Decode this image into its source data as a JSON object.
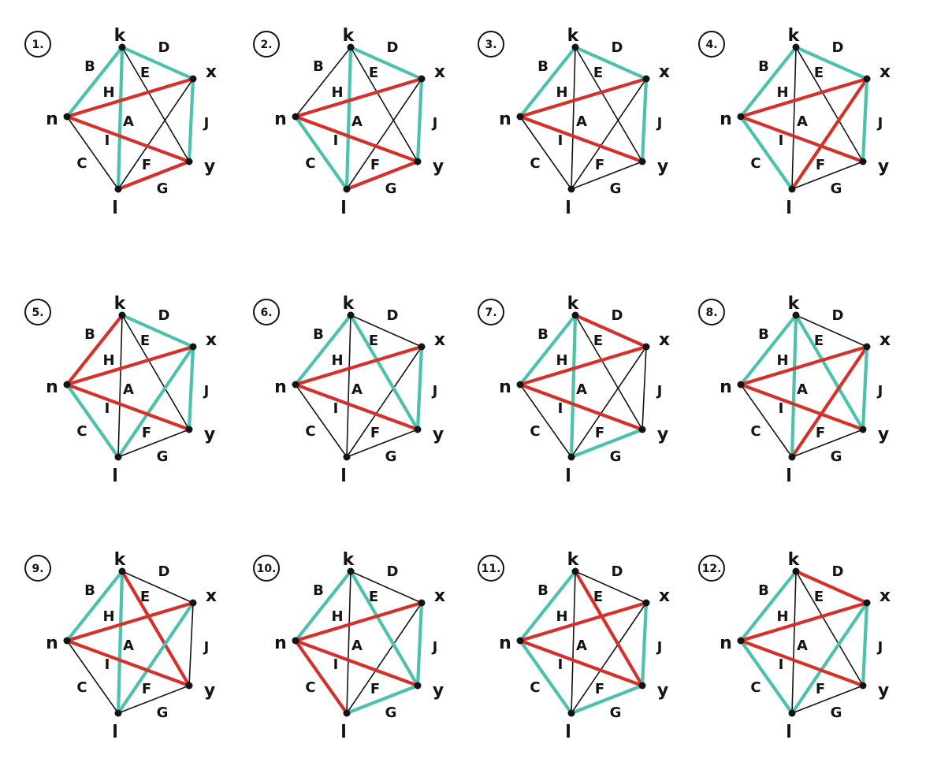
{
  "colors": {
    "red": "#d5302a",
    "teal": "#4cc2ad",
    "black": "#141414",
    "background": "#ffffff"
  },
  "node_labels": {
    "k": "k",
    "x": "x",
    "y": "y",
    "l": "l",
    "n": "n"
  },
  "edge_endpoints": {
    "A": [
      "k",
      "l"
    ],
    "B": [
      "n",
      "k"
    ],
    "C": [
      "n",
      "l"
    ],
    "D": [
      "k",
      "x"
    ],
    "E": [
      "k",
      "y"
    ],
    "F": [
      "l",
      "x"
    ],
    "G": [
      "l",
      "y"
    ],
    "H": [
      "n",
      "x"
    ],
    "I": [
      "n",
      "y"
    ],
    "J": [
      "x",
      "y"
    ]
  },
  "graphs": [
    {
      "number": "1.",
      "edges": {
        "A": "teal",
        "B": "teal",
        "C": "black",
        "D": "teal",
        "E": "black",
        "F": "black",
        "G": "red",
        "H": "red",
        "I": "red",
        "J": "teal"
      }
    },
    {
      "number": "2.",
      "edges": {
        "A": "teal",
        "B": "black",
        "C": "teal",
        "D": "teal",
        "E": "black",
        "F": "black",
        "G": "red",
        "H": "red",
        "I": "red",
        "J": "teal"
      }
    },
    {
      "number": "3.",
      "edges": {
        "A": "black",
        "B": "teal",
        "C": "black",
        "D": "teal",
        "E": "black",
        "F": "black",
        "G": "black",
        "H": "red",
        "I": "red",
        "J": "teal"
      }
    },
    {
      "number": "4.",
      "edges": {
        "A": "black",
        "B": "teal",
        "C": "teal",
        "D": "teal",
        "E": "black",
        "F": "red",
        "G": "black",
        "H": "red",
        "I": "red",
        "J": "teal"
      }
    },
    {
      "number": "5.",
      "edges": {
        "A": "black",
        "B": "red",
        "C": "teal",
        "D": "teal",
        "E": "black",
        "F": "teal",
        "G": "black",
        "H": "red",
        "I": "red",
        "J": "teal"
      }
    },
    {
      "number": "6.",
      "edges": {
        "A": "black",
        "B": "teal",
        "C": "black",
        "D": "black",
        "E": "teal",
        "F": "black",
        "G": "black",
        "H": "red",
        "I": "red",
        "J": "teal"
      }
    },
    {
      "number": "7.",
      "edges": {
        "A": "teal",
        "B": "teal",
        "C": "black",
        "D": "red",
        "E": "black",
        "F": "black",
        "G": "teal",
        "H": "red",
        "I": "red",
        "J": "black"
      }
    },
    {
      "number": "8.",
      "edges": {
        "A": "teal",
        "B": "teal",
        "C": "black",
        "D": "black",
        "E": "teal",
        "F": "red",
        "G": "black",
        "H": "red",
        "I": "red",
        "J": "teal"
      }
    },
    {
      "number": "9.",
      "edges": {
        "A": "teal",
        "B": "teal",
        "C": "black",
        "D": "black",
        "E": "red",
        "F": "teal",
        "G": "black",
        "H": "red",
        "I": "red",
        "J": "black"
      }
    },
    {
      "number": "10.",
      "edges": {
        "A": "black",
        "B": "teal",
        "C": "red",
        "D": "black",
        "E": "teal",
        "F": "black",
        "G": "teal",
        "H": "red",
        "I": "red",
        "J": "teal"
      }
    },
    {
      "number": "11.",
      "edges": {
        "A": "black",
        "B": "teal",
        "C": "teal",
        "D": "black",
        "E": "red",
        "F": "black",
        "G": "teal",
        "H": "red",
        "I": "red",
        "J": "teal"
      }
    },
    {
      "number": "12.",
      "edges": {
        "A": "black",
        "B": "teal",
        "C": "teal",
        "D": "red",
        "E": "black",
        "F": "teal",
        "G": "black",
        "H": "red",
        "I": "red",
        "J": "teal"
      }
    }
  ]
}
